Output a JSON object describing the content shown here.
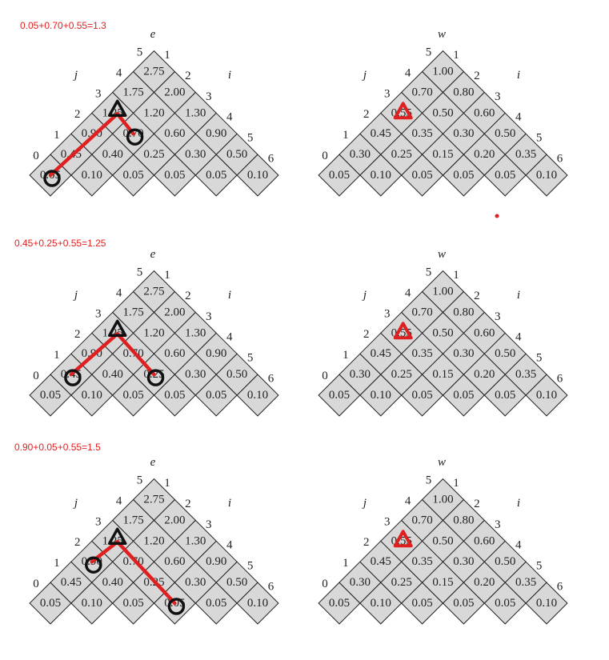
{
  "colors": {
    "annotation": "#e02020",
    "marker": "#111111",
    "cell_fill": "#d8d8d8"
  },
  "table_e": {
    "title": "e",
    "left_label": "j",
    "right_label": "i",
    "j_indices": [
      "0",
      "1",
      "2",
      "3",
      "4",
      "5"
    ],
    "i_indices": [
      "1",
      "2",
      "3",
      "4",
      "5",
      "6"
    ],
    "rows": [
      [
        "0.05",
        "0.10",
        "0.05",
        "0.05",
        "0.05",
        "0.10"
      ],
      [
        "0.45",
        "0.40",
        "0.25",
        "0.30",
        "0.50"
      ],
      [
        "0.90",
        "0.70",
        "0.60",
        "0.90"
      ],
      [
        "1.25",
        "1.20",
        "1.30"
      ],
      [
        "1.75",
        "2.00"
      ],
      [
        "2.75"
      ]
    ]
  },
  "table_w": {
    "title": "w",
    "left_label": "j",
    "right_label": "i",
    "j_indices": [
      "0",
      "1",
      "2",
      "3",
      "4",
      "5"
    ],
    "i_indices": [
      "1",
      "2",
      "3",
      "4",
      "5",
      "6"
    ],
    "rows": [
      [
        "0.05",
        "0.10",
        "0.05",
        "0.05",
        "0.05",
        "0.10"
      ],
      [
        "0.30",
        "0.25",
        "0.15",
        "0.20",
        "0.35"
      ],
      [
        "0.45",
        "0.35",
        "0.30",
        "0.50"
      ],
      [
        "0.55",
        "0.50",
        "0.60"
      ],
      [
        "0.70",
        "0.80"
      ],
      [
        "1.00"
      ]
    ]
  },
  "panels": [
    {
      "annotation": "0.05+0.70+0.55=1.3",
      "root_cell": [
        3,
        0
      ],
      "circle_cells": [
        [
          0,
          0
        ],
        [
          2,
          1
        ]
      ]
    },
    {
      "annotation": "0.45+0.25+0.55=1.25",
      "root_cell": [
        3,
        0
      ],
      "circle_cells": [
        [
          1,
          0
        ],
        [
          1,
          2
        ]
      ]
    },
    {
      "annotation": "0.90+0.05+0.55=1.5",
      "root_cell": [
        3,
        0
      ],
      "circle_cells": [
        [
          2,
          0
        ],
        [
          0,
          3
        ]
      ]
    }
  ],
  "stray_dot": {
    "visible": true
  }
}
